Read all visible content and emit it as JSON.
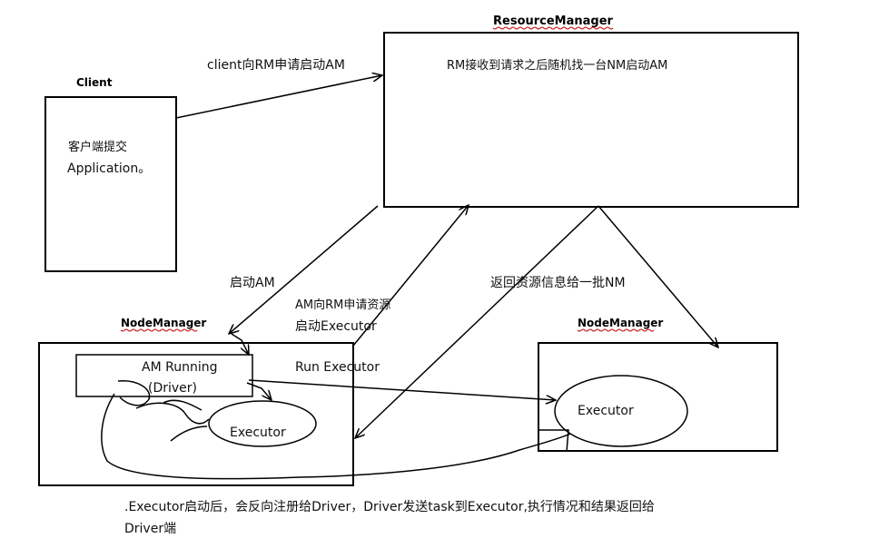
{
  "resource_manager": {
    "title": "ResourceManager",
    "note": "RM接收到请求之后随机找一台NM启动AM"
  },
  "client": {
    "title": "Client",
    "text1": "客户端提交",
    "text2": "Application。"
  },
  "node_manager_left": {
    "title": "NodeManager",
    "am_line1": "AM Running",
    "am_line2": "(Driver)",
    "executor": "Executor"
  },
  "node_manager_right": {
    "title": "NodeManager",
    "executor": "Executor"
  },
  "edges": {
    "client_to_rm": "client向RM申请启动AM",
    "start_am": "启动AM",
    "am_request_line1": "AM向RM申请资源",
    "am_request_line2": "启动Executor",
    "run_executor": "Run Executor",
    "return_resources": "返回资源信息给一批NM"
  },
  "footer": {
    "line1": ".Executor启动后，会反向注册给Driver，Driver发送task到Executor,执行情况和结果返回给",
    "line2": "Driver端"
  }
}
